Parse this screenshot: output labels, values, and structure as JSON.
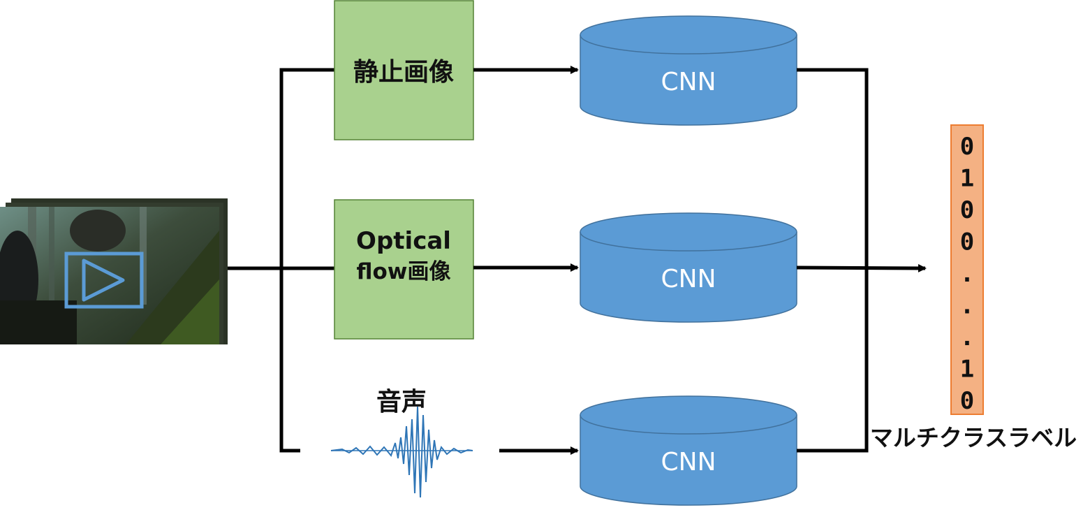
{
  "inputs": {
    "still_image": "静止画像",
    "optical_flow_line1": "Optical",
    "optical_flow_line2": "flow画像",
    "audio": "音声"
  },
  "models": [
    "CNN",
    "CNN",
    "CNN"
  ],
  "output": {
    "vector": [
      "0",
      "1",
      "0",
      "0",
      ".",
      ".",
      ".",
      "1",
      "0"
    ],
    "label": "マルチクラスラベル"
  },
  "colors": {
    "input_box_fill": "#a9d18e",
    "input_box_stroke": "#548235",
    "cnn_fill": "#5b9bd5",
    "cnn_stroke": "#41719c",
    "output_fill": "#f4b183",
    "output_stroke": "#ed7d31",
    "waveform": "#2e75b6",
    "play_icon": "#5b9bd5",
    "lines": "#000000"
  },
  "icons": {
    "video": "video-thumbnail-with-play-icon",
    "audio": "audio-waveform-icon"
  }
}
